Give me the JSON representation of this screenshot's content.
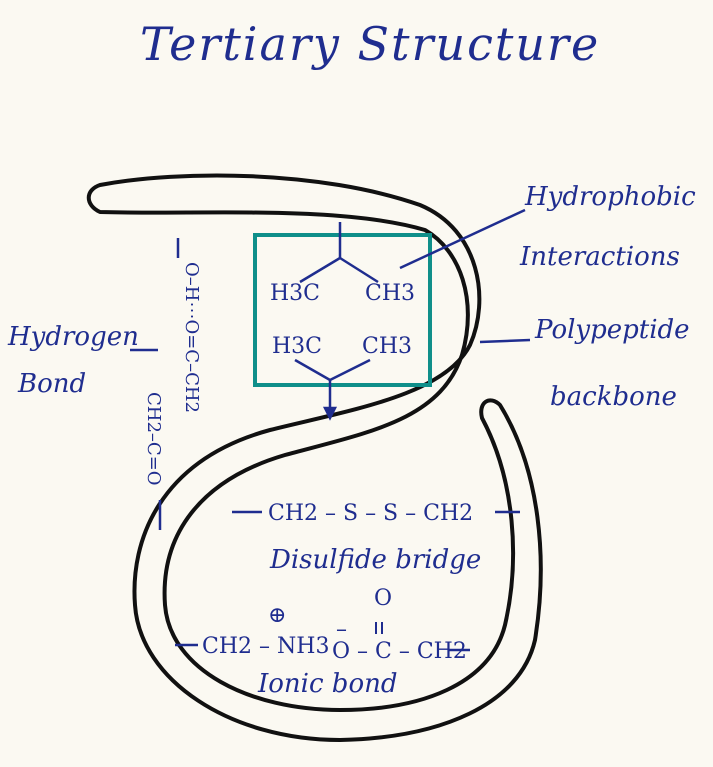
{
  "title": "Tertiary Structure",
  "labels": {
    "hydrophobic_line1": "Hydrophobic",
    "hydrophobic_line2": "Interactions",
    "polypeptide_line1": "Polypeptide",
    "polypeptide_line2": "backbone",
    "hydrogen_line1": "Hydrogen",
    "hydrogen_line2": "Bond",
    "disulfide": "Disulfide bridge",
    "ionic": "Ionic bond"
  },
  "chem": {
    "h3c_top": "H3C",
    "ch3_top": "CH3",
    "h3c_bottom": "H3C",
    "ch3_bottom": "CH3",
    "vertical_h_side": "O–H⋯O=C–CH2",
    "vertical_left_group": "CH2–C=O",
    "disulfide_formula": "CH2 – S – S – CH2",
    "ionic_left": "CH2 – NH3",
    "ionic_right": "O – C – CH2",
    "plus_sign": "⊕",
    "carbonyl_o": "O",
    "minus_o": "–"
  },
  "colors": {
    "ink": "#1f2d8f",
    "box": "#0f8f8a",
    "backbone": "#111111",
    "paper": "#fbf9f2"
  }
}
